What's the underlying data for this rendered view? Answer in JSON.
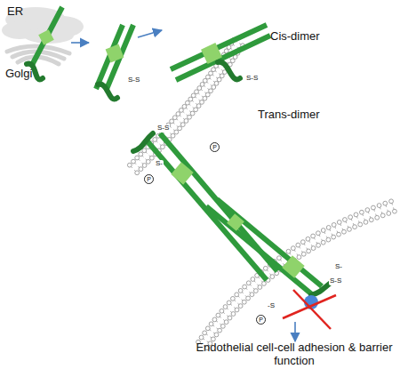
{
  "diagram": {
    "labels": [
      "ER",
      "Golgi",
      "Cis-dimer",
      "Trans-dimer",
      "S-S",
      "S-S",
      "P",
      "S-",
      "S-S",
      "P",
      "S-",
      "S-S",
      "-S",
      "P",
      "Endothelial cell-cell adhesion & barrier function"
    ]
  }
}
